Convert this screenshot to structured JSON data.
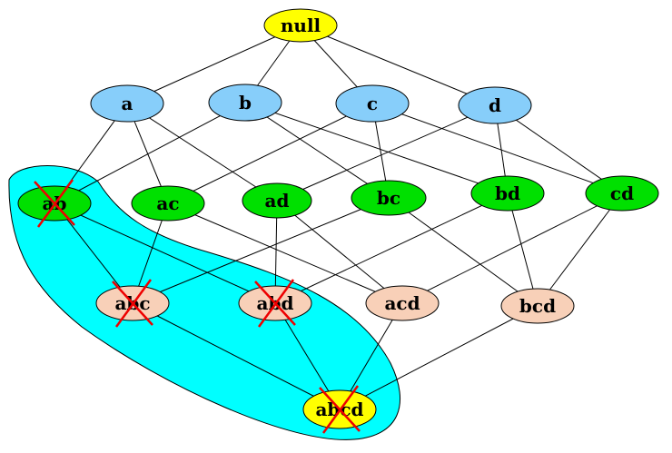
{
  "diagram": {
    "nodes": [
      {
        "id": "null",
        "label": "null",
        "level": 0,
        "fill_color": "#ffff00",
        "pruned": false
      },
      {
        "id": "a",
        "label": "a",
        "level": 1,
        "fill_color": "#87cefa",
        "pruned": false
      },
      {
        "id": "b",
        "label": "b",
        "level": 1,
        "fill_color": "#87cefa",
        "pruned": false
      },
      {
        "id": "c",
        "label": "c",
        "level": 1,
        "fill_color": "#87cefa",
        "pruned": false
      },
      {
        "id": "d",
        "label": "d",
        "level": 1,
        "fill_color": "#87cefa",
        "pruned": false
      },
      {
        "id": "ab",
        "label": "ab",
        "level": 2,
        "fill_color": "#00e000",
        "pruned": true
      },
      {
        "id": "ac",
        "label": "ac",
        "level": 2,
        "fill_color": "#00e000",
        "pruned": false
      },
      {
        "id": "ad",
        "label": "ad",
        "level": 2,
        "fill_color": "#00e000",
        "pruned": false
      },
      {
        "id": "bc",
        "label": "bc",
        "level": 2,
        "fill_color": "#00e000",
        "pruned": false
      },
      {
        "id": "bd",
        "label": "bd",
        "level": 2,
        "fill_color": "#00e000",
        "pruned": false
      },
      {
        "id": "cd",
        "label": "cd",
        "level": 2,
        "fill_color": "#00e000",
        "pruned": false
      },
      {
        "id": "abc",
        "label": "abc",
        "level": 3,
        "fill_color": "#f8d0b8",
        "pruned": true
      },
      {
        "id": "abd",
        "label": "abd",
        "level": 3,
        "fill_color": "#f8d0b8",
        "pruned": true
      },
      {
        "id": "acd",
        "label": "acd",
        "level": 3,
        "fill_color": "#f8d0b8",
        "pruned": false
      },
      {
        "id": "bcd",
        "label": "bcd",
        "level": 3,
        "fill_color": "#f8d0b8",
        "pruned": false
      },
      {
        "id": "abcd",
        "label": "abcd",
        "level": 4,
        "fill_color": "#ffff00",
        "pruned": true
      }
    ],
    "edges": [
      [
        "null",
        "a"
      ],
      [
        "null",
        "b"
      ],
      [
        "null",
        "c"
      ],
      [
        "null",
        "d"
      ],
      [
        "a",
        "ab"
      ],
      [
        "a",
        "ac"
      ],
      [
        "a",
        "ad"
      ],
      [
        "b",
        "ab"
      ],
      [
        "b",
        "bc"
      ],
      [
        "b",
        "bd"
      ],
      [
        "c",
        "ac"
      ],
      [
        "c",
        "bc"
      ],
      [
        "c",
        "cd"
      ],
      [
        "d",
        "ad"
      ],
      [
        "d",
        "bd"
      ],
      [
        "d",
        "cd"
      ],
      [
        "ab",
        "abc"
      ],
      [
        "ab",
        "abd"
      ],
      [
        "ac",
        "abc"
      ],
      [
        "ac",
        "acd"
      ],
      [
        "ad",
        "abd"
      ],
      [
        "ad",
        "acd"
      ],
      [
        "bc",
        "abc"
      ],
      [
        "bc",
        "bcd"
      ],
      [
        "bd",
        "abd"
      ],
      [
        "bd",
        "bcd"
      ],
      [
        "cd",
        "acd"
      ],
      [
        "cd",
        "bcd"
      ],
      [
        "abc",
        "abcd"
      ],
      [
        "abd",
        "abcd"
      ],
      [
        "acd",
        "abcd"
      ],
      [
        "bcd",
        "abcd"
      ]
    ],
    "highlight_region": {
      "color": "#00ffff",
      "covers": [
        "ab",
        "abc",
        "abd",
        "abcd"
      ]
    },
    "cross_mark_color": "#ee0000",
    "edge_color": "#000000"
  }
}
